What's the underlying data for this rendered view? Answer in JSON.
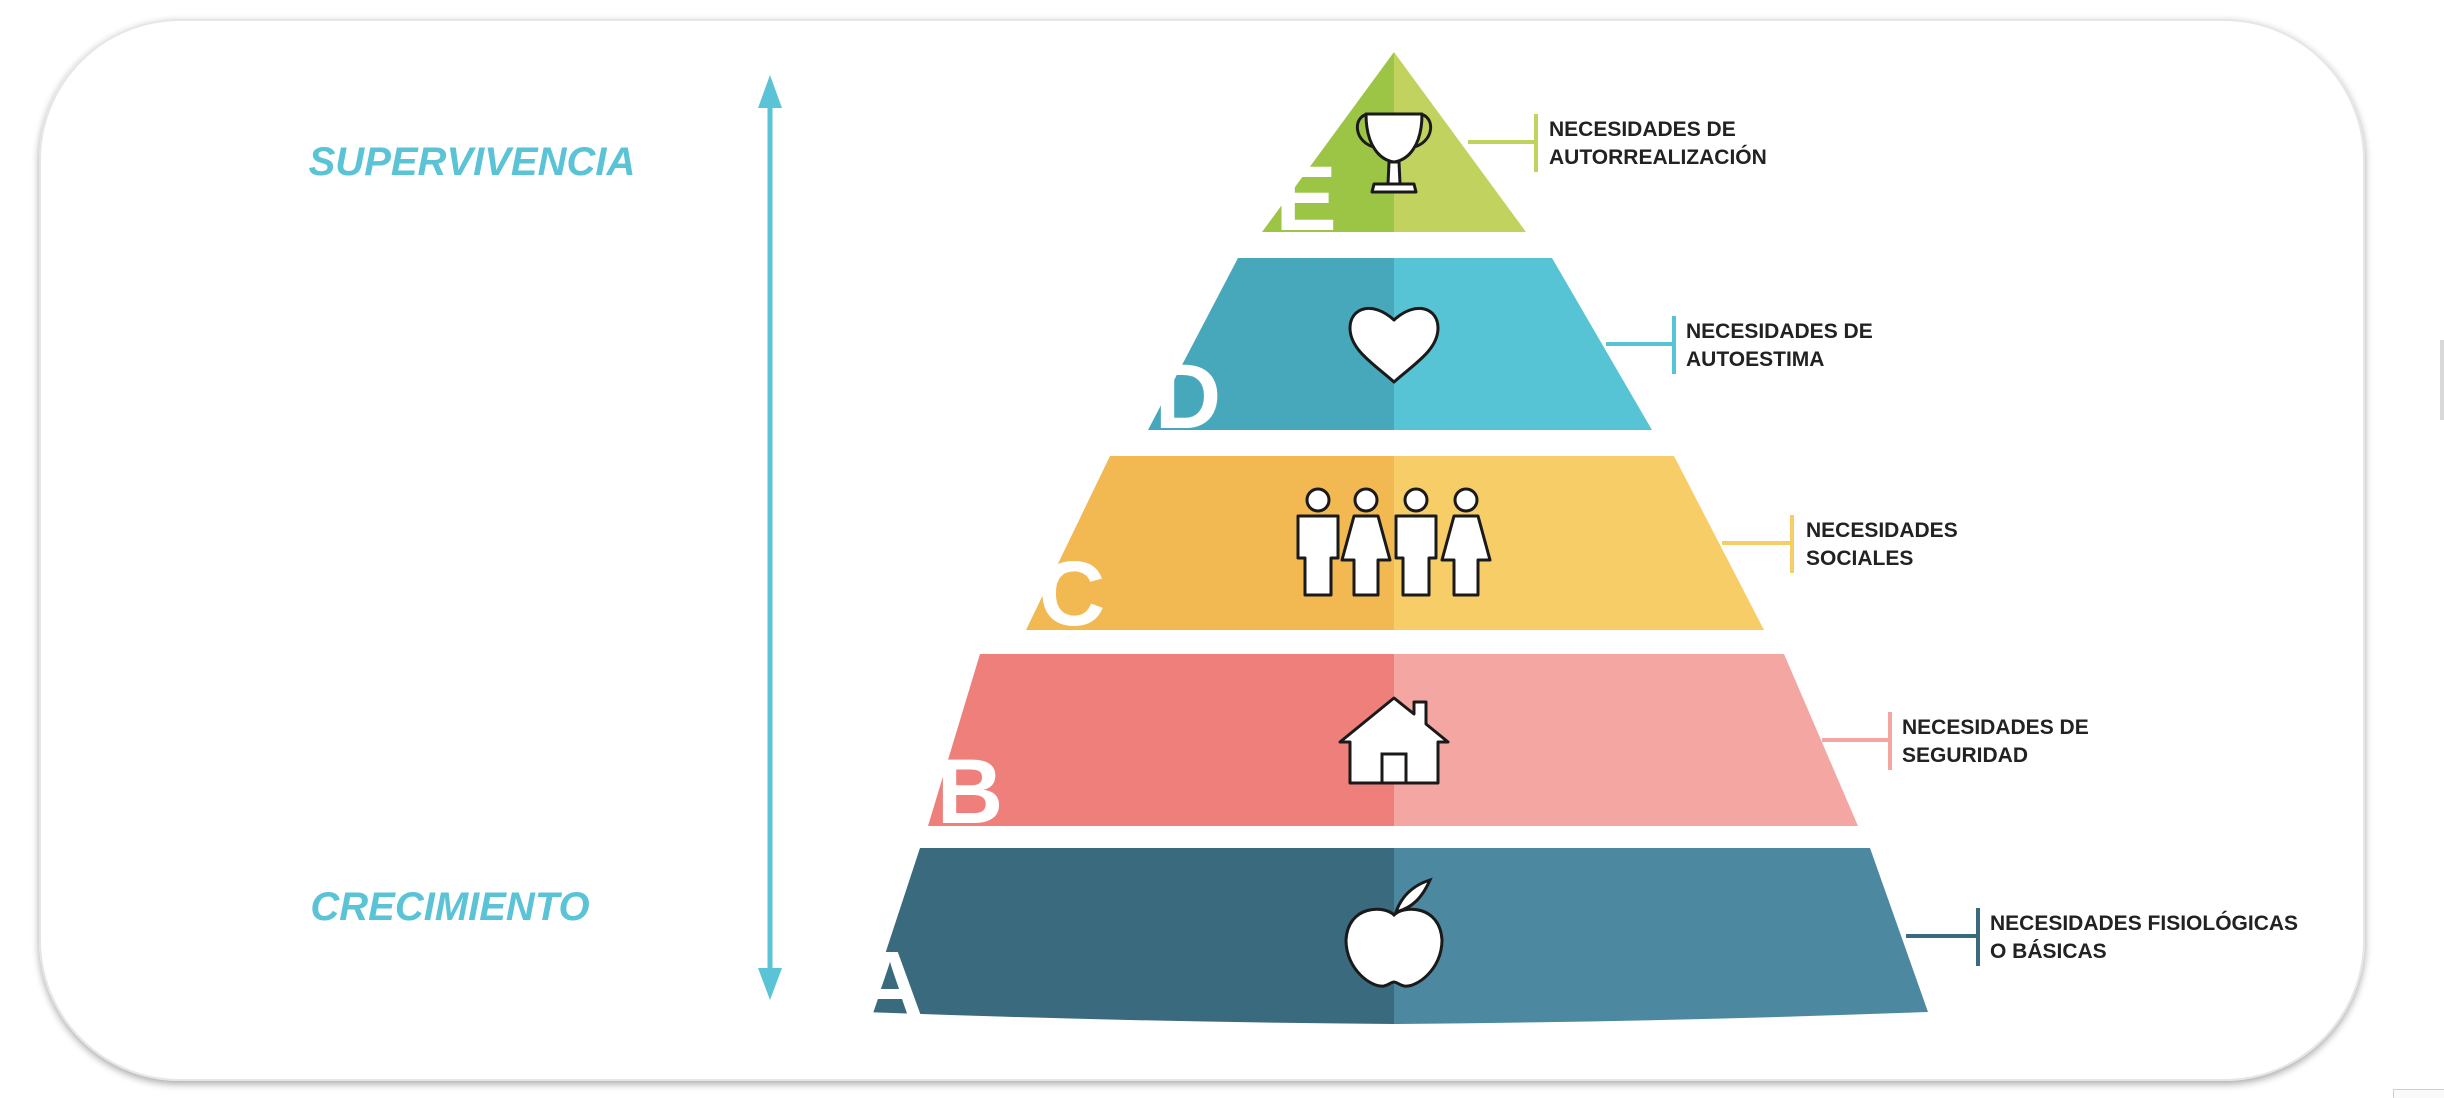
{
  "axis": {
    "top_label": "SUPERVIVENCIA",
    "bottom_label": "CRECIMIENTO",
    "color": "#5bc3d6"
  },
  "levels": [
    {
      "letter": "A",
      "label_line1": "NECESIDADES FISIOLÓGICAS",
      "label_line2": "O BÁSICAS",
      "icon": "apple-icon",
      "color_dark": "#3a6a7e",
      "color_light": "#4c89a1"
    },
    {
      "letter": "B",
      "label_line1": "NECESIDADES DE",
      "label_line2": "SEGURIDAD",
      "icon": "house-icon",
      "color_dark": "#ef7f7a",
      "color_light": "#f4a6a2"
    },
    {
      "letter": "C",
      "label_line1": "NECESIDADES",
      "label_line2": "SOCIALES",
      "icon": "people-icon",
      "color_dark": "#f2b851",
      "color_light": "#f7cd68"
    },
    {
      "letter": "D",
      "label_line1": "NECESIDADES DE",
      "label_line2": "AUTOESTIMA",
      "icon": "heart-icon",
      "color_dark": "#48a8bb",
      "color_light": "#56c4d4"
    },
    {
      "letter": "E",
      "label_line1": "NECESIDADES DE",
      "label_line2": "AUTORREALIZACIÓN",
      "icon": "trophy-icon",
      "color_dark": "#9dc545",
      "color_light": "#c1d35e"
    }
  ]
}
